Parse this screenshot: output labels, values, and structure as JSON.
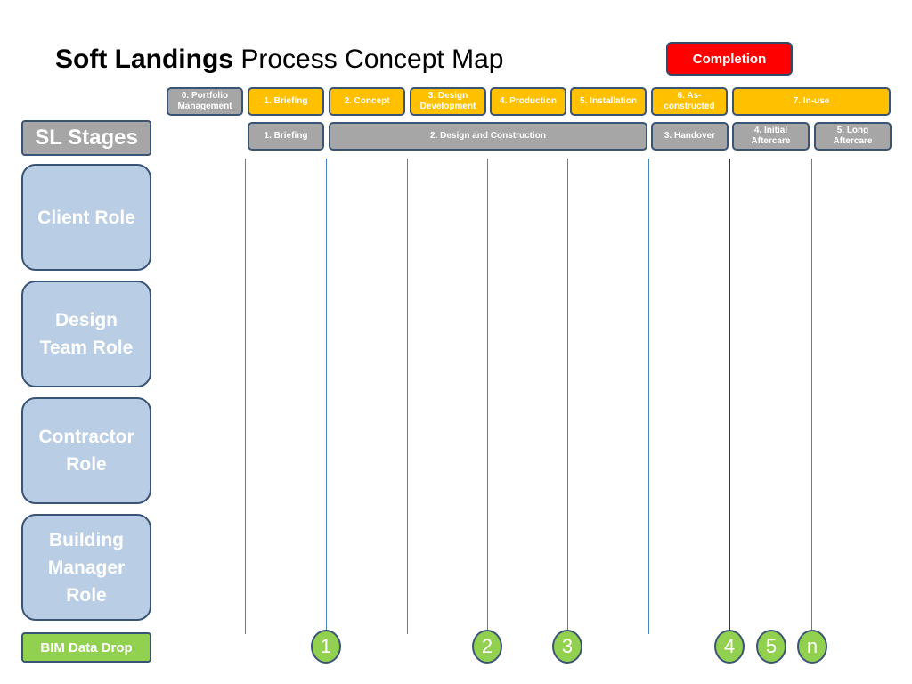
{
  "title": {
    "bold": "Soft Landings",
    "rest": " Process Concept Map"
  },
  "completion": "Completion",
  "riba_stages": [
    "0. Portfolio\nManagement",
    "1. Briefing",
    "2. Concept",
    "3. Design\nDevelopment",
    "4. Production",
    "5. Installation",
    "6. As-\nconstructed",
    "7. In-use"
  ],
  "sl_stages_label": "SL Stages",
  "sl_stages": [
    "1. Briefing",
    "2. Design and Construction",
    "3. Handover",
    "4. Initial\nAftercare",
    "5. Long\nAftercare"
  ],
  "roles": [
    "Client Role",
    "Design\nTeam Role",
    "Contractor\nRole",
    "Building\nManager\nRole"
  ],
  "bim_label": "BIM Data Drop",
  "data_drops": [
    "1",
    "2",
    "3",
    "4",
    "5",
    "n"
  ],
  "colors": {
    "riba_stage": "#ffc000",
    "portfolio_stage": "#a6a6a6",
    "sl_stage": "#a6a6a6",
    "role": "#b9cde5",
    "bim": "#92d050",
    "completion": "#ff0000",
    "divider": "#4f81bd",
    "completion_line": "#c00000"
  }
}
